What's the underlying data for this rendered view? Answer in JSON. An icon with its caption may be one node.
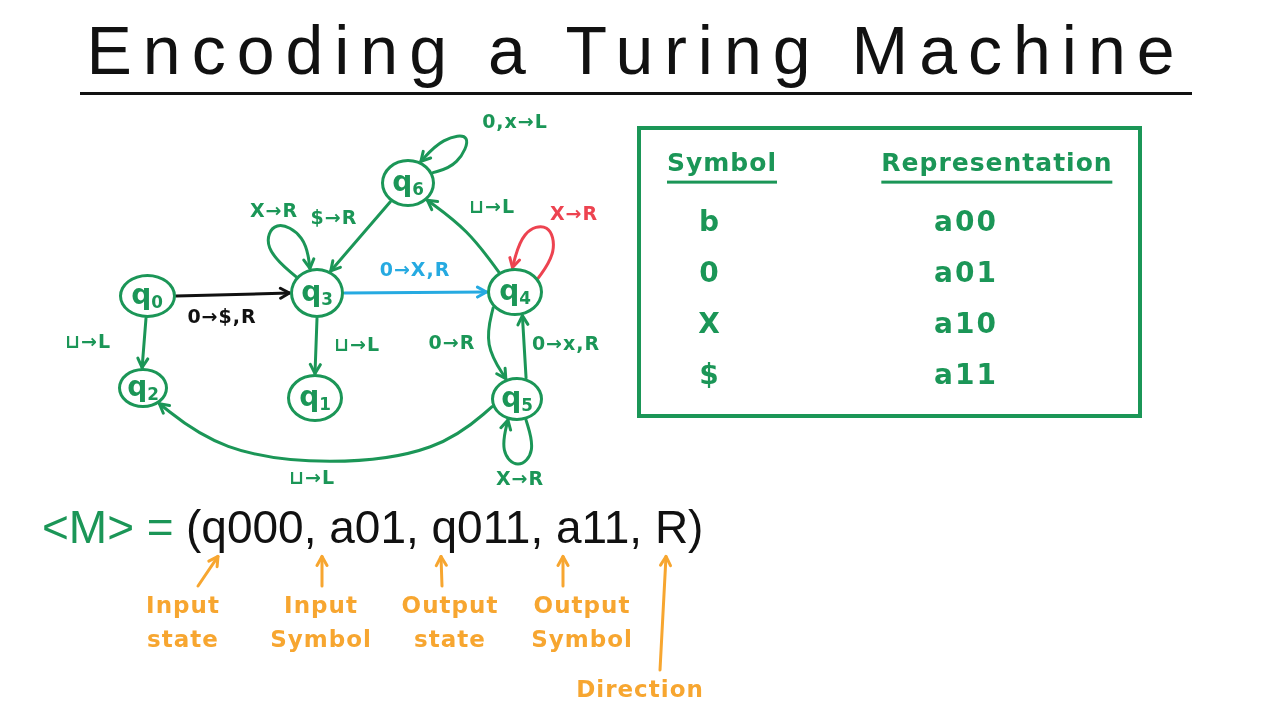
{
  "diagram": {
    "title": "Encoding a Turing Machine",
    "nodes": [
      {
        "text": [
          "q$_{0}$"
        ]
      },
      {
        "text": [
          "q$_{1}$"
        ]
      },
      {
        "text": [
          "q$_{2}$"
        ]
      },
      {
        "text": [
          "q$_{3}$"
        ]
      },
      {
        "text": [
          "q$_{4}$"
        ]
      },
      {
        "text": [
          "q$_{5}$"
        ]
      },
      {
        "text": [
          "q$_{6}$"
        ]
      },
      {
        "text": [
          "Symbol",
          "Representation",
          "b",
          "a00",
          "0",
          "a01",
          "X",
          "a10",
          "$",
          "a11"
        ]
      },
      {
        "text": [
          "(q000, a01, q011, a11, R)"
        ]
      },
      {
        "text": [
          "Input state"
        ]
      },
      {
        "text": [
          "Input Symbol"
        ]
      },
      {
        "text": [
          "Output state"
        ]
      },
      {
        "text": [
          "Output Symbol"
        ]
      },
      {
        "text": [
          "Direction"
        ]
      }
    ],
    "edges": [
      {
        "from": 0,
        "to": 3,
        "arrow": "to",
        "label": "0→$,R",
        "color": "#111111"
      },
      {
        "from": 0,
        "to": 2,
        "arrow": "to",
        "label": "⊔→L"
      },
      {
        "from": 3,
        "to": 3,
        "arrow": "to",
        "label": "X→R"
      },
      {
        "from": 6,
        "to": 3,
        "arrow": "to",
        "label": "$→R"
      },
      {
        "from": 6,
        "to": 6,
        "arrow": "to",
        "label": "0,x→L"
      },
      {
        "from": 4,
        "to": 6,
        "arrow": "to",
        "label": "⊔→L"
      },
      {
        "from": 4,
        "to": 4,
        "arrow": "to",
        "label": "X→R",
        "color": "#ed4350"
      },
      {
        "from": 3,
        "to": 4,
        "arrow": "to",
        "label": "0→X,R",
        "color": "#26aae1"
      },
      {
        "from": 3,
        "to": 1,
        "arrow": "to",
        "label": "⊔→L"
      },
      {
        "from": 4,
        "to": 5,
        "arrow": "to",
        "label": "0→R"
      },
      {
        "from": 5,
        "to": 4,
        "arrow": "to",
        "label": "0→x,R"
      },
      {
        "from": 5,
        "to": 5,
        "arrow": "to",
        "label": "X→R"
      },
      {
        "from": 5,
        "to": 2,
        "arrow": "to",
        "label": "⊔→L"
      },
      {
        "from": 9,
        "to": 8,
        "arrow": "to",
        "color": "#f7a630"
      },
      {
        "from": 10,
        "to": 8,
        "arrow": "to",
        "color": "#f7a630"
      },
      {
        "from": 11,
        "to": 8,
        "arrow": "to",
        "color": "#f7a630"
      },
      {
        "from": 12,
        "to": 8,
        "arrow": "to",
        "color": "#f7a630"
      },
      {
        "from": 13,
        "to": 8,
        "arrow": "to",
        "color": "#f7a630"
      }
    ],
    "labels": [
      "<M> ="
    ]
  }
}
